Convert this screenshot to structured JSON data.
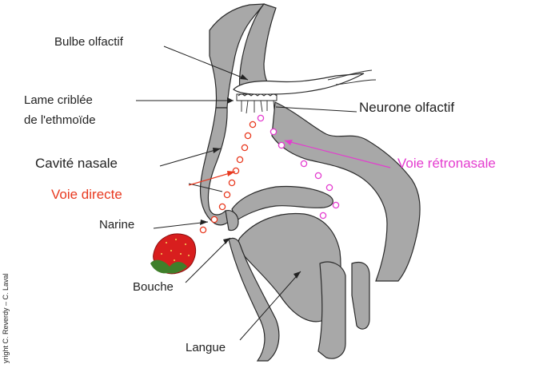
{
  "labels": {
    "bulbe": "Bulbe olfactif",
    "lame_line1": "Lame criblée",
    "lame_line2": "de l'ethmoïde",
    "neurone": "Neurone olfactif",
    "cavite": "Cavité nasale",
    "voie_retro": "Voie rétronasale",
    "voie_directe": "Voie directe",
    "narine": "Narine",
    "bouche": "Bouche",
    "langue": "Langue"
  },
  "copyright": "yright C. Reverdy – C. Laval",
  "colors": {
    "voie_directe": "#e8391f",
    "voie_retronasale": "#e43ccf",
    "tissue": "#a8a8a8",
    "outline": "#2b2b2b",
    "strawberry": "#d81e1e",
    "leaves": "#3f7f2a"
  }
}
